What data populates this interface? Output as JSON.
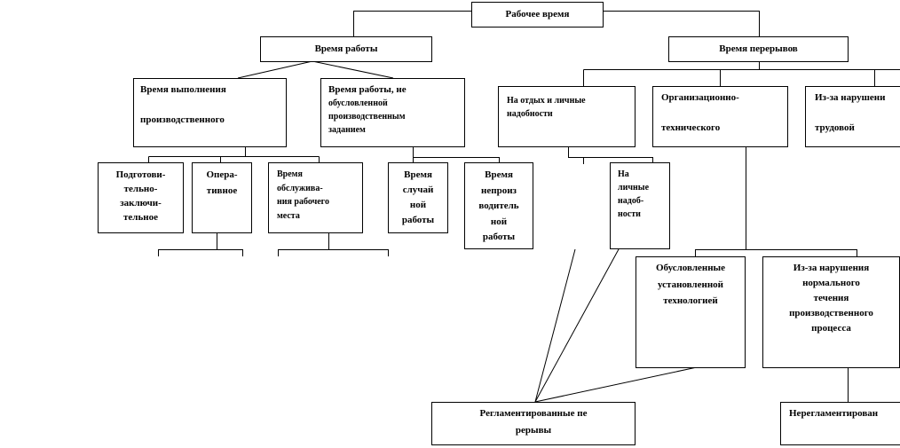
{
  "diagram": {
    "root": {
      "label": "Рабочее время"
    },
    "work_time": {
      "label": "Время работы"
    },
    "break_time": {
      "label": "Время перерывов"
    },
    "production_task": {
      "lines": [
        "Время выполнения",
        "производственного"
      ]
    },
    "non_task_work": {
      "lines": [
        "Время работы, не",
        "обусловленной",
        "производственным",
        "заданием"
      ]
    },
    "rest_and_personal": {
      "lines": [
        "На отдых и личные",
        "надобности"
      ]
    },
    "org_technical": {
      "lines": [
        "Организационно-",
        "технического"
      ]
    },
    "labor_discipline": {
      "lines": [
        "Из-за нарушени",
        "трудовой"
      ]
    },
    "preparatory_final": {
      "lines": [
        "Подготови-",
        "тельно-",
        "заключи-",
        "тельное"
      ]
    },
    "operative": {
      "lines": [
        "Опера-",
        "тивное"
      ]
    },
    "workplace_service": {
      "lines": [
        "Время",
        "обслужива-",
        "ния рабочего",
        "места"
      ]
    },
    "random_work": {
      "lines": [
        "Время",
        "случай",
        "ной",
        "работы"
      ]
    },
    "unproductive_work": {
      "lines": [
        "Время",
        "непроиз",
        "водитель",
        "ной",
        "работы"
      ]
    },
    "personal_needs": {
      "lines": [
        "На",
        "личные",
        "надоб-",
        "ности"
      ]
    },
    "technology_conditioned": {
      "lines": [
        "Обусловленные",
        "установленной",
        "технологией"
      ]
    },
    "process_disruption": {
      "lines": [
        "Из-за нарушения",
        "нормального",
        "течения",
        "производственного",
        "процесса"
      ]
    },
    "regulated_breaks": {
      "lines": [
        "Регламентированные пе",
        "рерывы"
      ]
    },
    "unregulated_breaks": {
      "lines": [
        "Нерегламентирован"
      ]
    }
  },
  "colors": {
    "line": "#000000",
    "box_border": "#000000",
    "text": "#000000",
    "background": "#ffffff"
  }
}
